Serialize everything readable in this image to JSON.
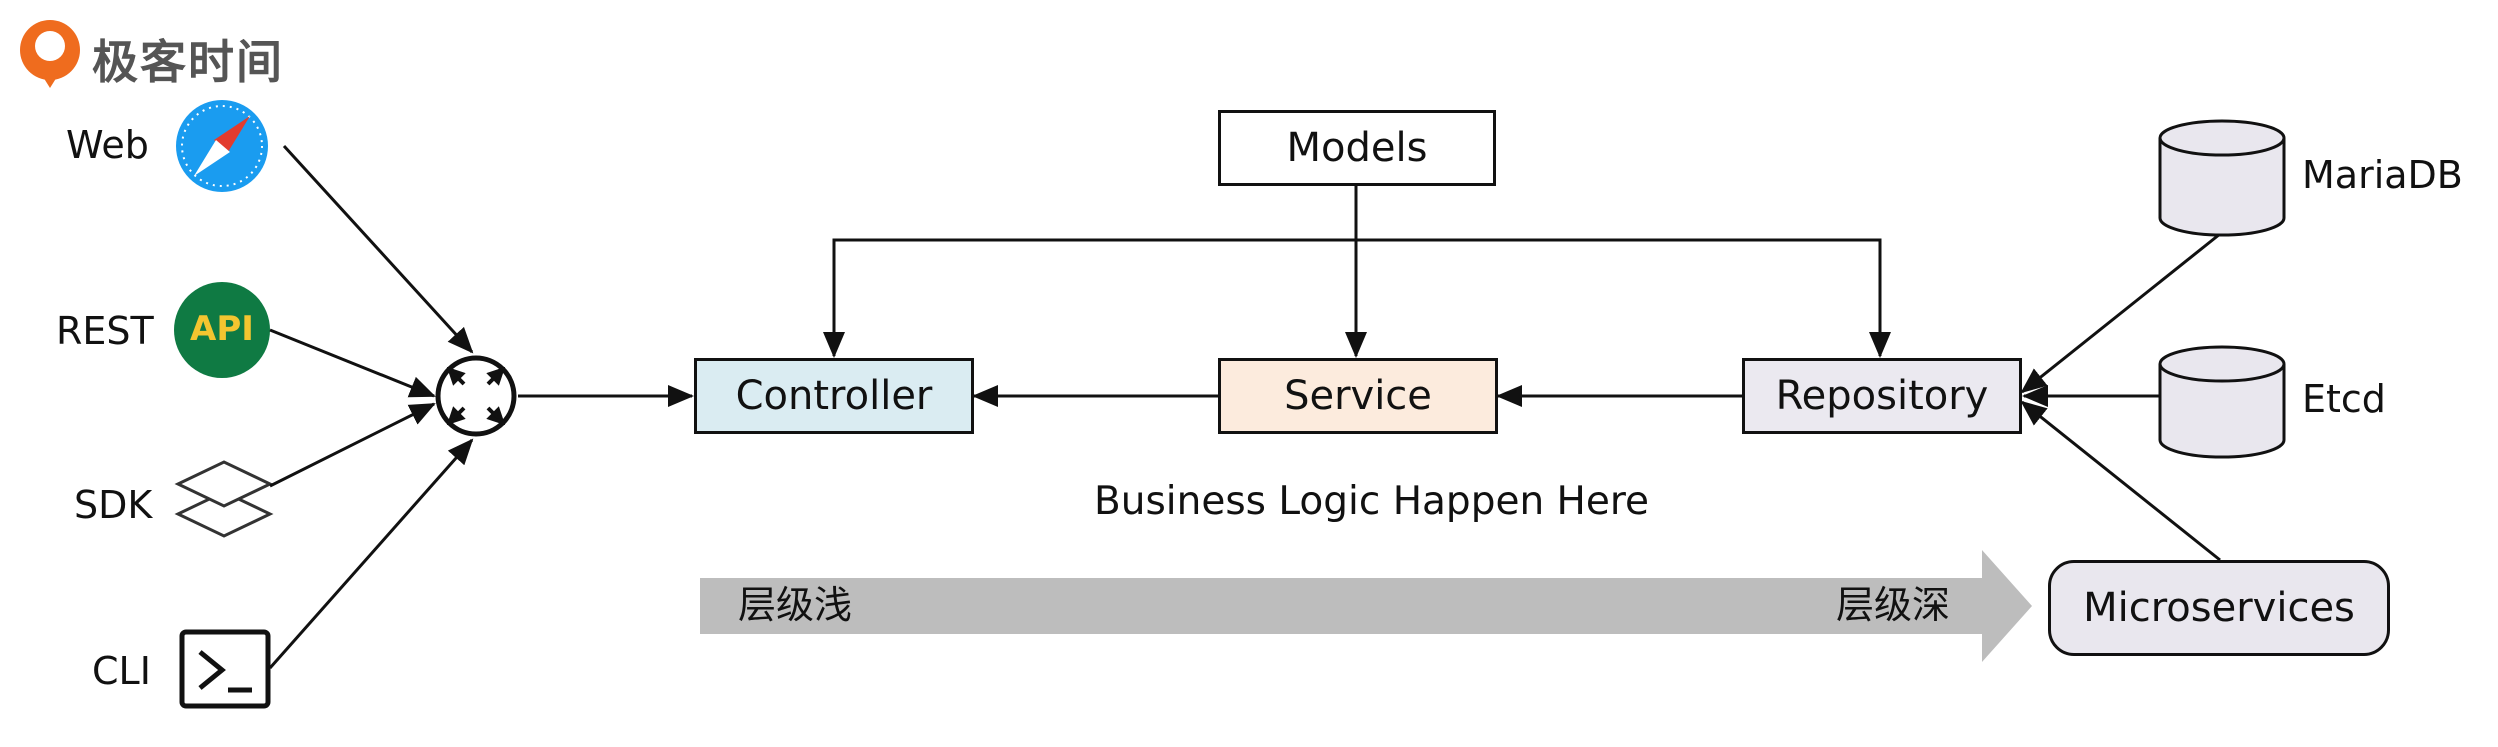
{
  "brand": {
    "logo_text": "极客时间"
  },
  "clients": {
    "web": "Web",
    "rest": "REST",
    "rest_badge": "API",
    "sdk": "SDK",
    "cli": "CLI"
  },
  "layers": {
    "models": "Models",
    "controller": "Controller",
    "service": "Service",
    "repository": "Repository",
    "business_note": "Business Logic Happen Here"
  },
  "depth_arrow": {
    "shallow": "层级浅",
    "deep": "层级深"
  },
  "datastores": {
    "mariadb": "MariaDB",
    "etcd": "Etcd",
    "microservices": "Microservices"
  },
  "colors": {
    "controller_fill": "#daecf2",
    "service_fill": "#fcebdd",
    "repository_fill": "#ebe9f0",
    "db_fill": "#e9e7ee",
    "depth_arrow": "#bdbdbd",
    "api_green": "#0f7a43",
    "api_yellow": "#f3c530",
    "compass_blue": "#1a9cf0",
    "logo_orange": "#ef6c1e"
  },
  "icons": {
    "web": "compass-icon",
    "rest": "api-badge-icon",
    "sdk": "layers-icon",
    "cli": "terminal-icon",
    "gateway": "expand-arrows-icon"
  }
}
